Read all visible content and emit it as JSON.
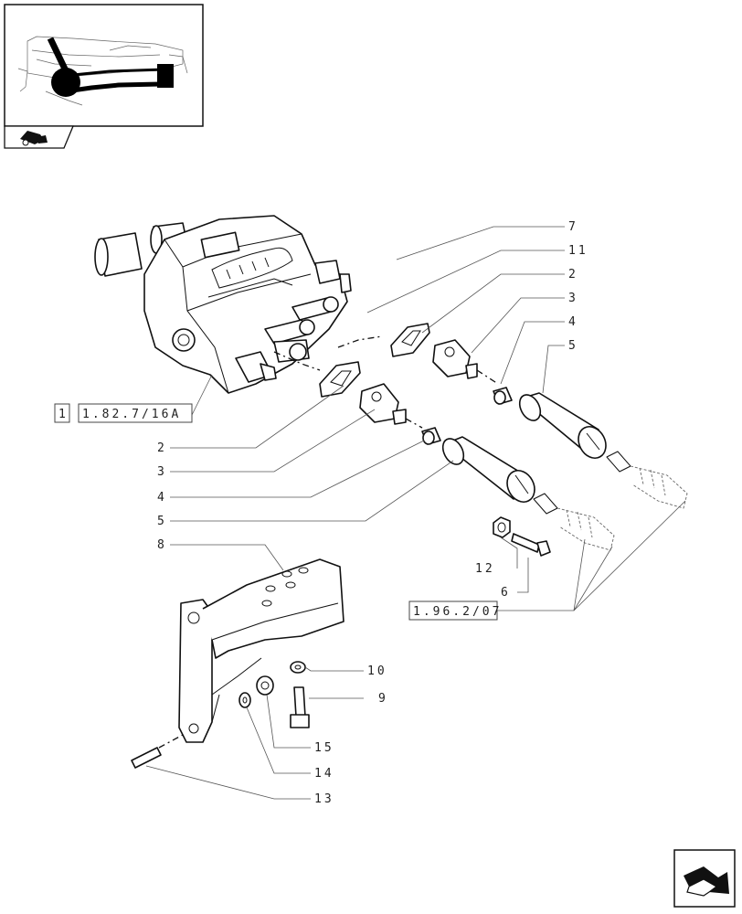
{
  "diagram": {
    "callouts": {
      "c7": "7",
      "c11": "11",
      "c2_right": "2",
      "c3_right": "3",
      "c4_right": "4",
      "c5_right": "5",
      "c2_left": "2",
      "c3_left": "3",
      "c4_left": "4",
      "c5_left": "5",
      "c8": "8",
      "c10": "10",
      "c9": "9",
      "c12": "12",
      "c6": "6",
      "c15": "15",
      "c14": "14",
      "c13": "13"
    },
    "references": {
      "ref_valve_prefix": "1",
      "ref_valve": "1.82.7/16A",
      "ref_hose": "1.96.2/07"
    }
  }
}
